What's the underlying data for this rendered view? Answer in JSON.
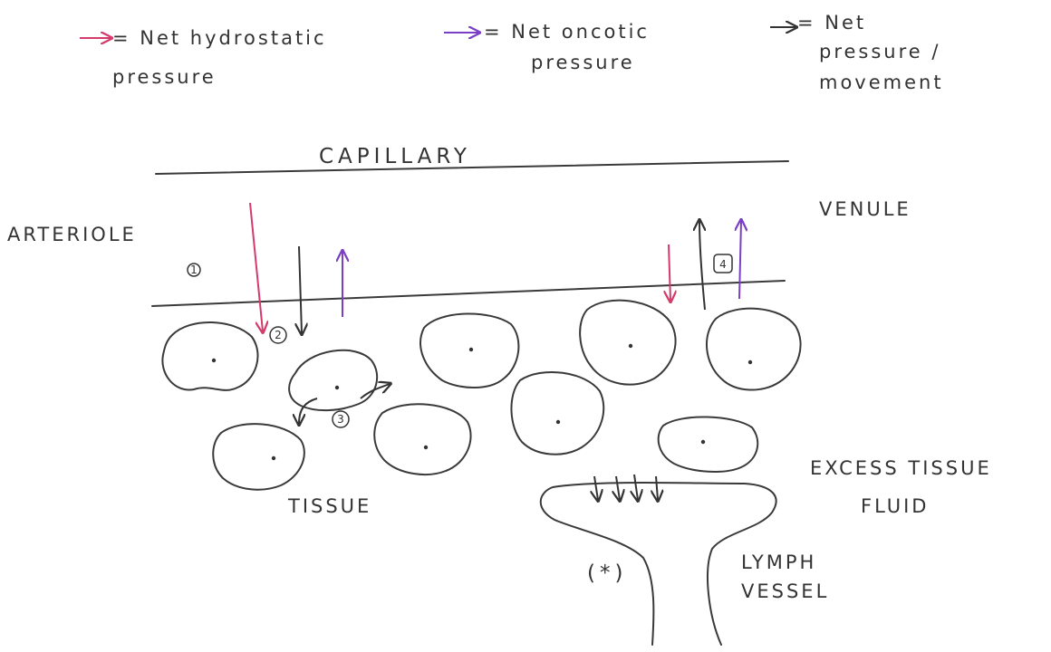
{
  "legend": {
    "hydrostatic": {
      "line1": "= Net hydrostatic",
      "line2": "pressure",
      "color": "#d43a6a"
    },
    "oncotic": {
      "line1": "= Net oncotic",
      "line2": "pressure",
      "color": "#7a3fc4"
    },
    "net": {
      "line1": "= Net",
      "line2": "pressure /",
      "line3": "movement",
      "color": "#333333"
    }
  },
  "labels": {
    "capillary": "CAPILLARY",
    "arteriole": "ARTERIOLE",
    "venule": "VENULE",
    "tissue": "TISSUE",
    "excess_line1": "EXCESS TISSUE",
    "excess_line2": "FLUID",
    "lymph_line1": "LYMPH",
    "lymph_line2": "VESSEL",
    "lymph_mark": "(*)"
  },
  "steps": {
    "s1": "1",
    "s2": "2",
    "s3": "3",
    "s4": "4"
  },
  "colors": {
    "ink": "#333333",
    "hydrostatic": "#d43a6a",
    "oncotic": "#7a3fc4"
  }
}
